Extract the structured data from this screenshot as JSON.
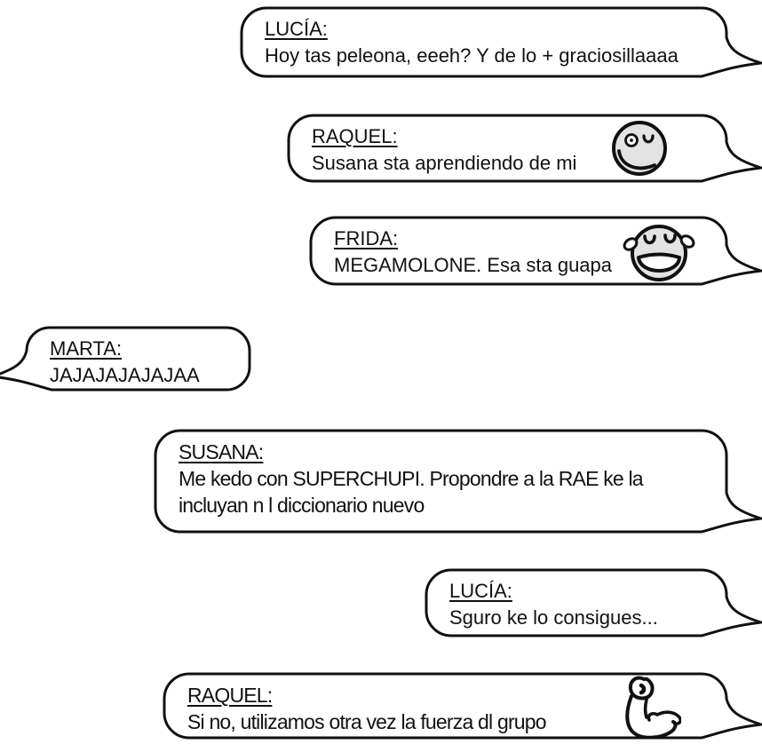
{
  "page": {
    "background": "#ffffff",
    "type": "comic-chat-conversation"
  },
  "colors": {
    "ink": "#111111",
    "bubble_fill": "#ffffff",
    "emoji_face_fill": "#e3e3e3"
  },
  "conversation": {
    "messages": [
      {
        "speaker": "LUCÍA:",
        "text": "Hoy tas peleona, eeeh? Y de lo + graciosillaaaa",
        "side": "right",
        "emoji": ""
      },
      {
        "speaker": "RAQUEL:",
        "text": "Susana sta aprendiendo de mi",
        "side": "right",
        "emoji": "winking-smiley"
      },
      {
        "speaker": "FRIDA:",
        "text": "MEGAMOLONE. Esa sta guapa",
        "side": "right",
        "emoji": "laughing-tears-smiley"
      },
      {
        "speaker": "MARTA:",
        "text": "JAJAJAJAJAJAA",
        "side": "left",
        "emoji": ""
      },
      {
        "speaker": "SUSANA:",
        "text": "Me kedo con SUPERCHUPI. Propondre a la RAE ke la\nincluyan n l diccionario nuevo",
        "side": "right",
        "emoji": ""
      },
      {
        "speaker": "LUCÍA:",
        "text": "Sguro ke lo consigues...",
        "side": "right",
        "emoji": ""
      },
      {
        "speaker": "RAQUEL:",
        "text": "Si no, utilizamos otra vez la fuerza dl grupo",
        "side": "right",
        "emoji": "flexed-bicep"
      }
    ]
  }
}
